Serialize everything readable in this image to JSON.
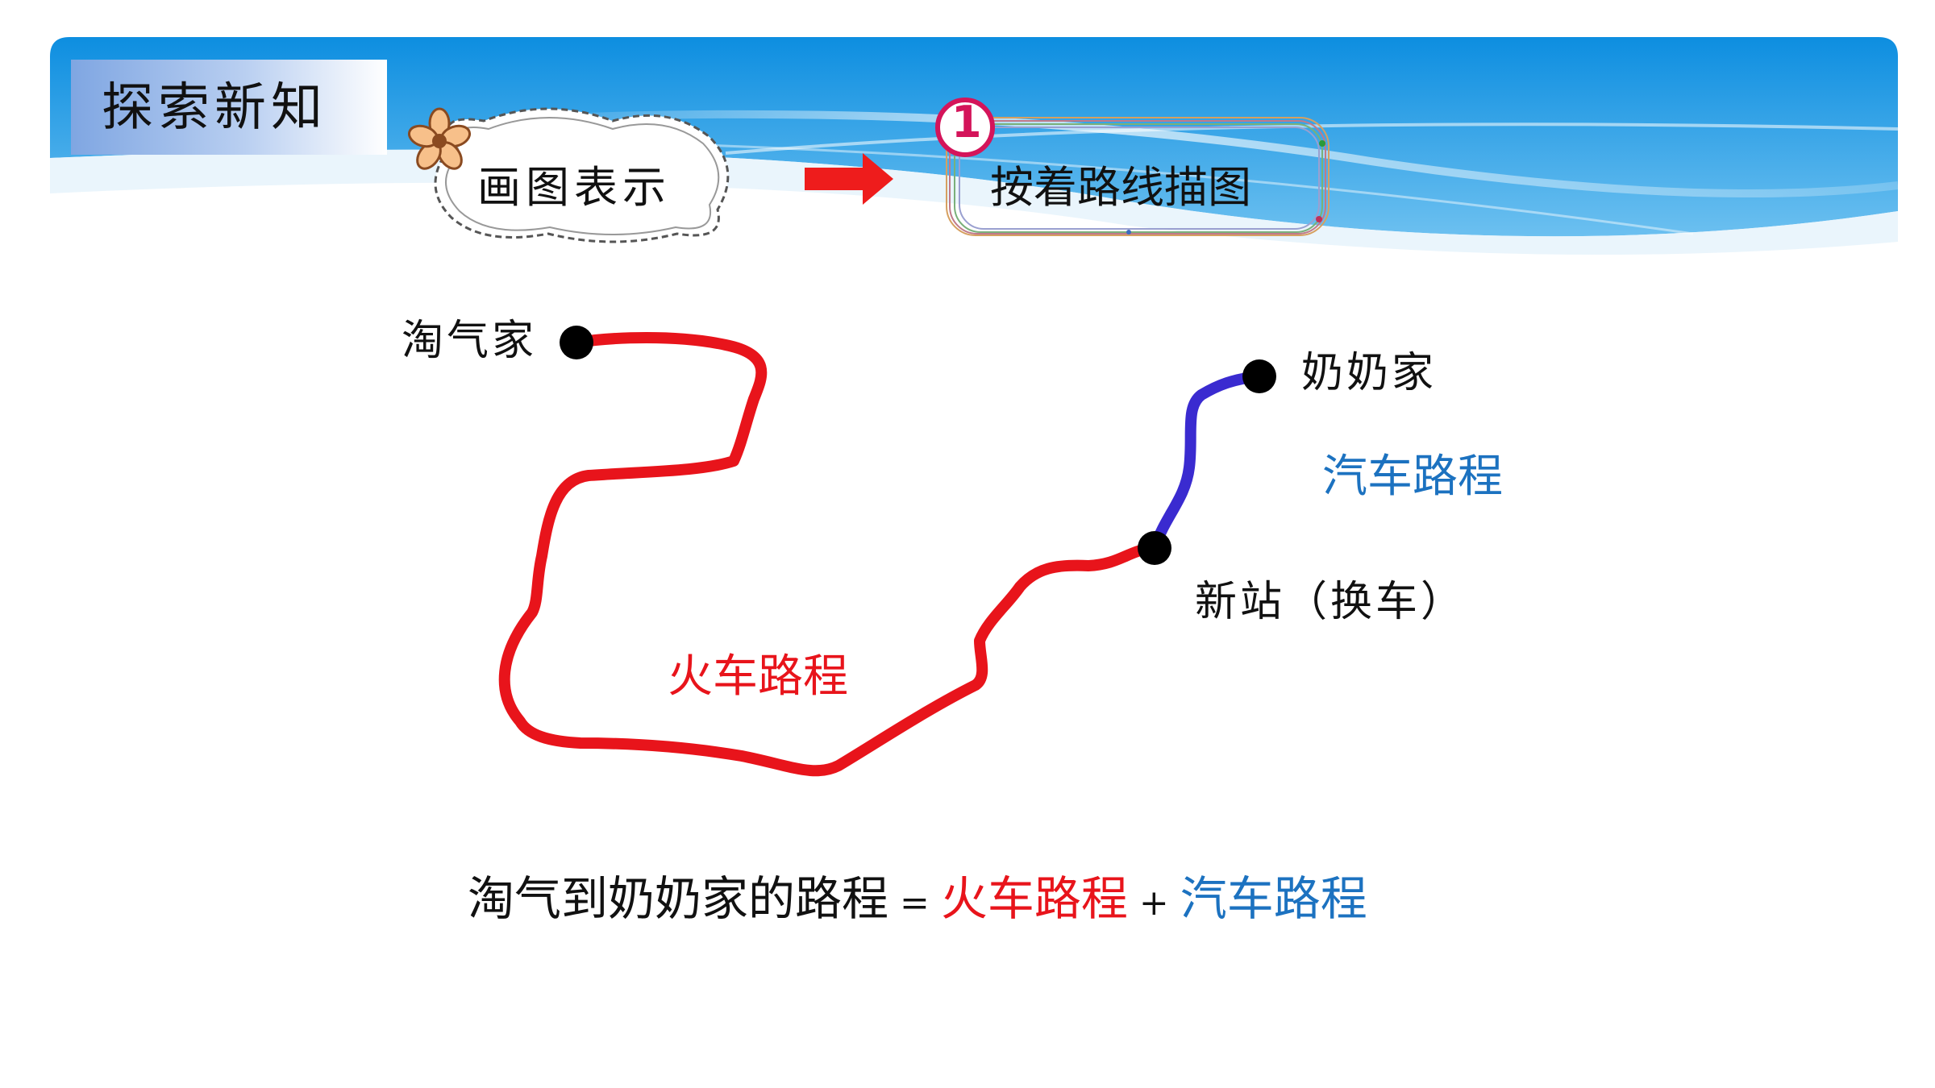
{
  "header": {
    "section_title": "探索新知"
  },
  "steps": {
    "step_a_label": "画图表示",
    "step_b_label": "按着路线描图",
    "step_b_badge": "1"
  },
  "map": {
    "start_label": "淘气家",
    "end_label": "奶奶家",
    "transfer_label": "新站（换车）",
    "train_route_label": "火车路程",
    "bus_route_label": "汽车路程"
  },
  "formula": {
    "lhs": "淘气到奶奶家的路程",
    "equals": "=",
    "term1": "火车路程",
    "plus": "+",
    "term2": "汽车路程"
  },
  "colors": {
    "train_route": "#e8141b",
    "bus_route": "#3a2bd0",
    "bus_label": "#1c72c0",
    "badge": "#d4145a",
    "arrow": "#ee1c1c",
    "header_blue": "#1a8fe0"
  }
}
